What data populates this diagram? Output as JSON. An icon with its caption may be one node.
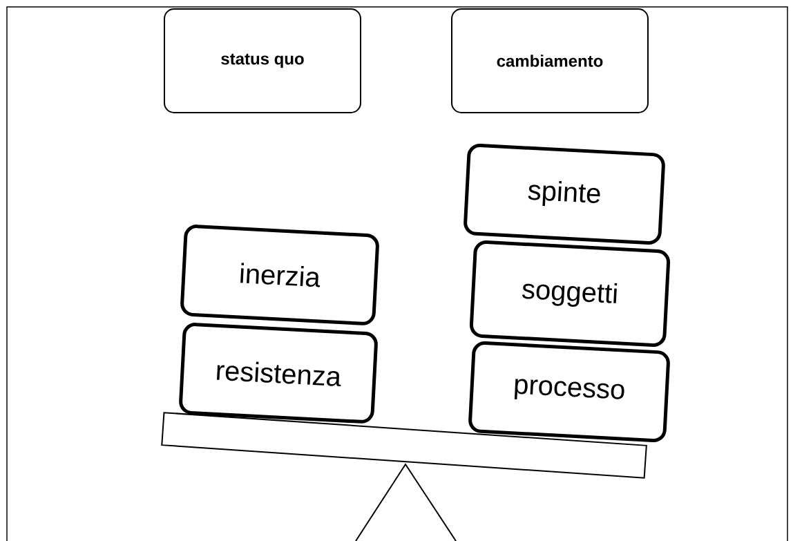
{
  "diagram": {
    "nodes": [
      {
        "text": [
          "status quo"
        ]
      },
      {
        "text": [
          "cambiamento"
        ]
      },
      {
        "text": [
          "inerzia"
        ]
      },
      {
        "text": [
          "resistenza"
        ]
      },
      {
        "text": [
          "spinte"
        ]
      },
      {
        "text": [
          "soggetti"
        ]
      },
      {
        "text": [
          "processo"
        ]
      }
    ]
  }
}
